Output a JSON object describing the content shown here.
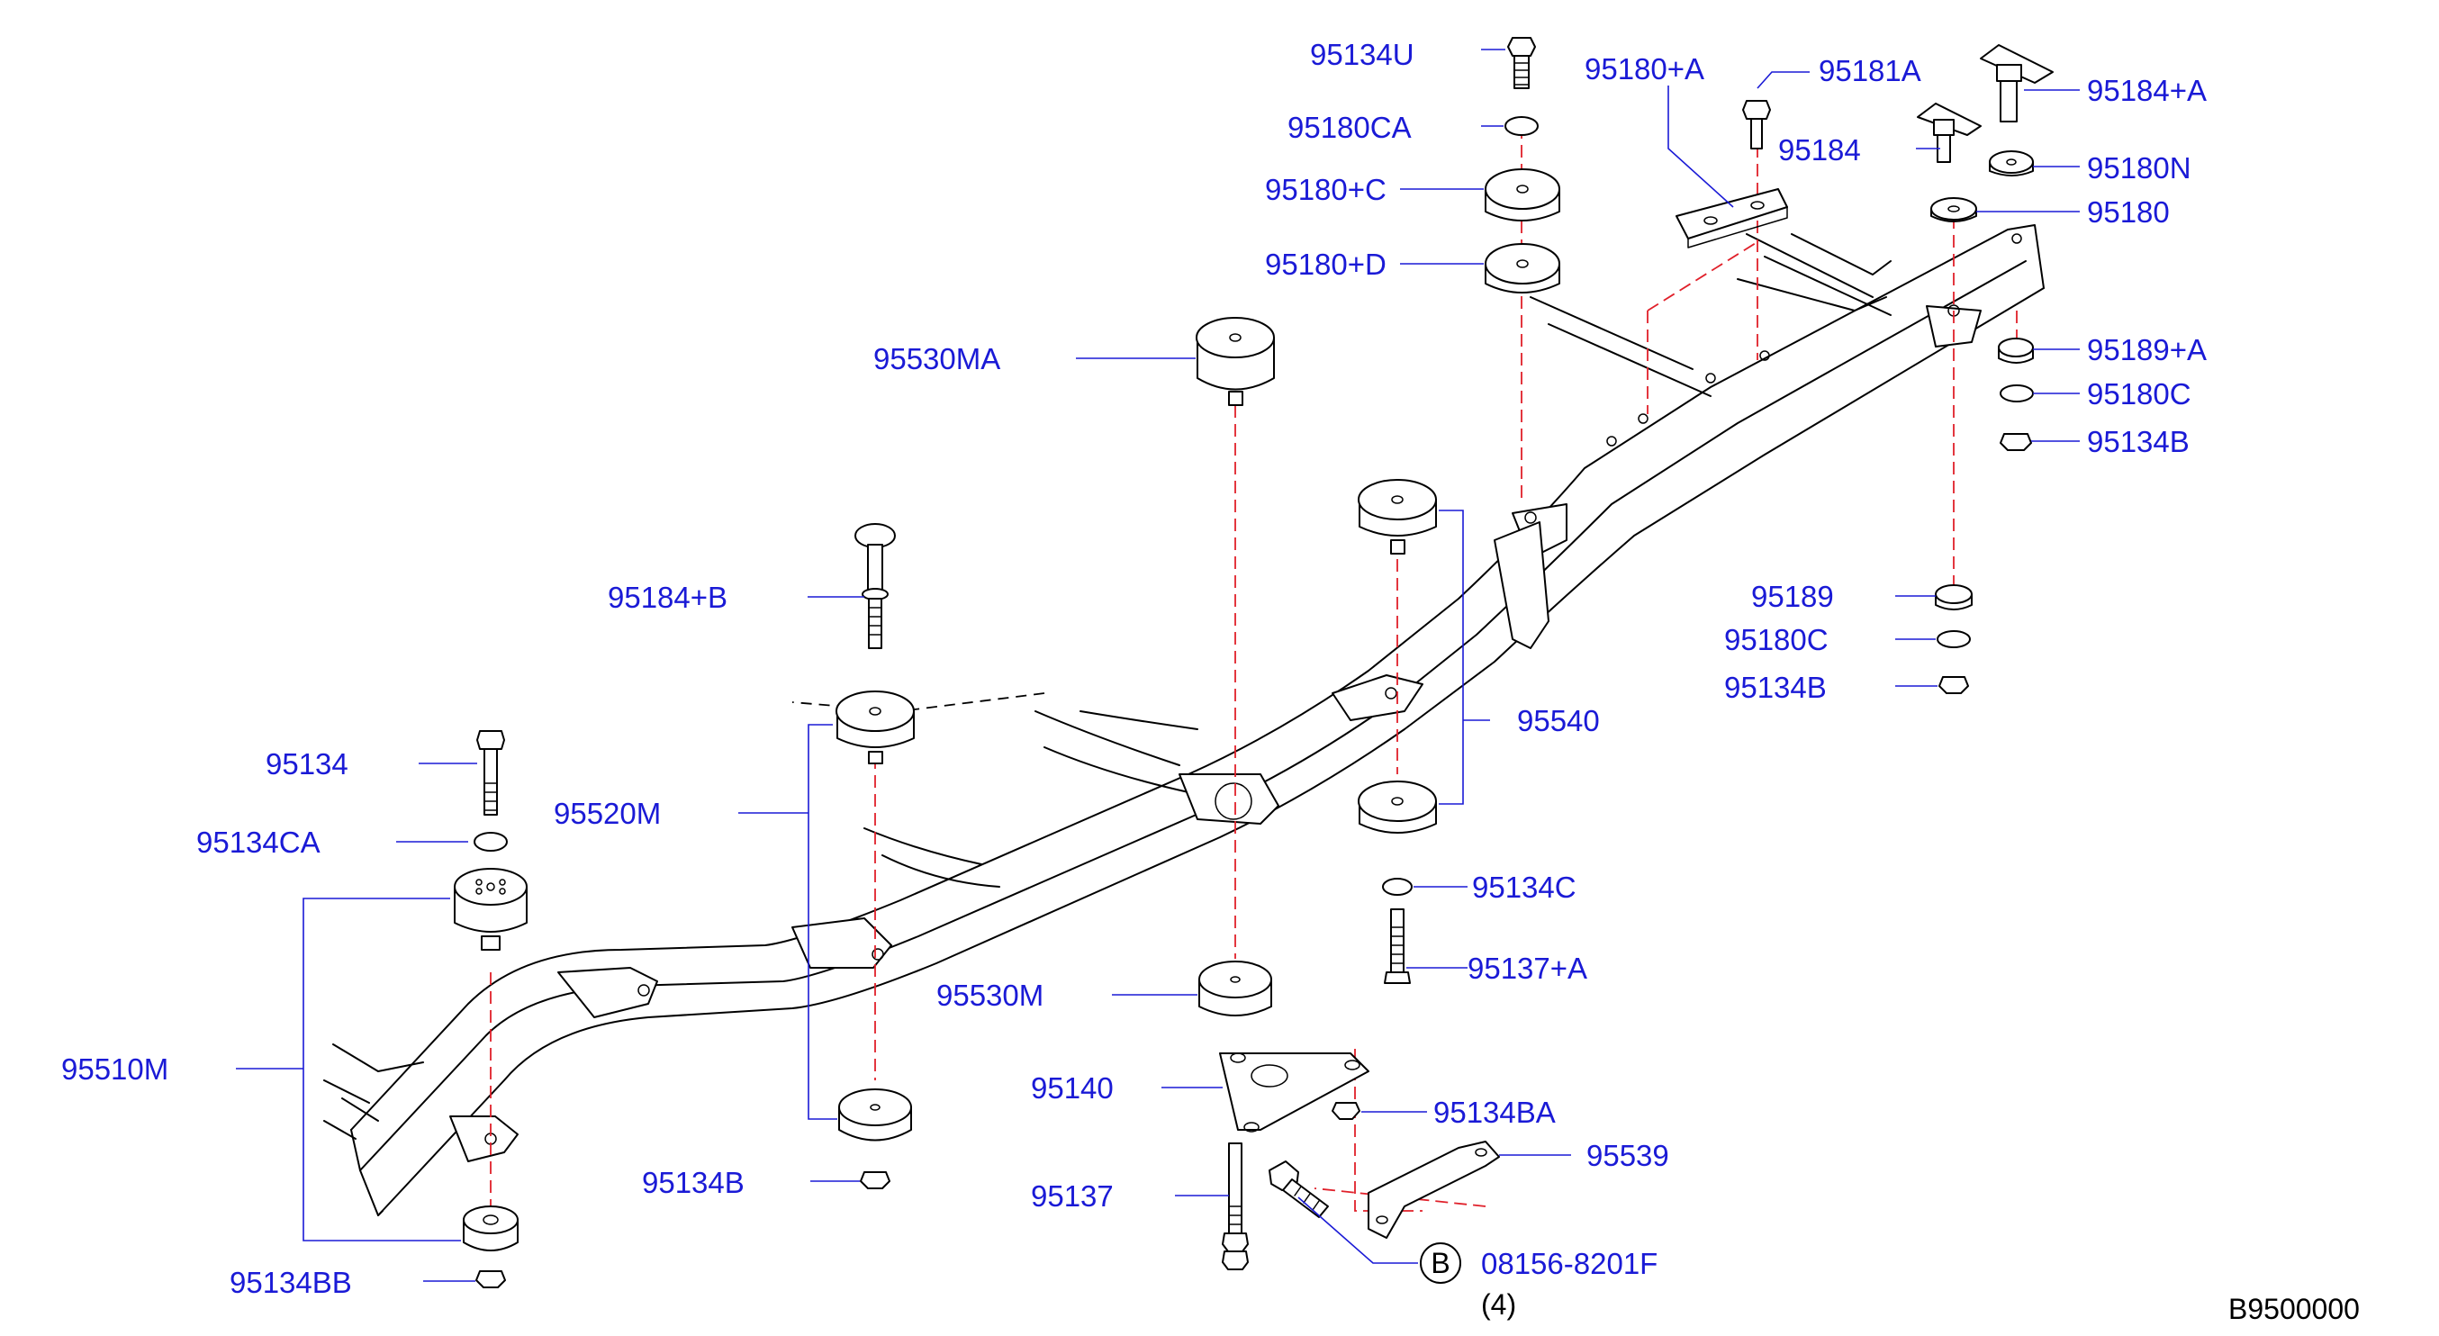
{
  "diagram": {
    "code": "B9500000",
    "part_labels": {
      "p95134U": "95134U",
      "p95180CA": "95180CA",
      "p95180pC": "95180+C",
      "p95180pD": "95180+D",
      "p95180pA": "95180+A",
      "p95181A": "95181A",
      "p95184pA": "95184+A",
      "p95184": "95184",
      "p95180N": "95180N",
      "p95180": "95180",
      "p95189pA": "95189+A",
      "p95180C_top": "95180C",
      "p95134B_top": "95134B",
      "p95530MA": "95530MA",
      "p95184pB": "95184+B",
      "p95189": "95189",
      "p95180C_mid": "95180C",
      "p95134B_mid": "95134B",
      "p95540": "95540",
      "p95134": "95134",
      "p95520M": "95520M",
      "p95134CA": "95134CA",
      "p95134C": "95134C",
      "p95137pA": "95137+A",
      "p95510M": "95510M",
      "p95530M": "95530M",
      "p95140": "95140",
      "p95134BA": "95134BA",
      "p95539": "95539",
      "p95134B_bot": "95134B",
      "p95137": "95137",
      "p95134BB": "95134BB",
      "p08156": "08156-8201F"
    },
    "callout_letter": "B",
    "quantity_note": "(4)"
  }
}
